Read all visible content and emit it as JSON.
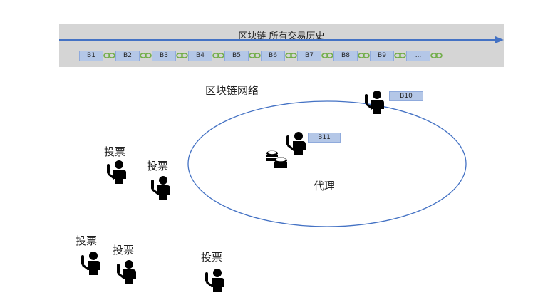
{
  "blockchain": {
    "title": "区块链 所有交易历史",
    "blocks": [
      "B1",
      "B2",
      "B3",
      "B4",
      "B5",
      "B6",
      "B7",
      "B8",
      "B9",
      "..."
    ]
  },
  "network": {
    "title": "区块链网络",
    "proxy_label": "代理",
    "node_b10": "B10",
    "node_b11": "B11"
  },
  "voters": {
    "label": "投票"
  },
  "colors": {
    "band": "#d5d5d5",
    "arrow": "#4472c4",
    "block_fill": "#b4c7e7",
    "ellipse": "#4472c4",
    "chain_link": "#70ad47",
    "person": "#000000"
  }
}
